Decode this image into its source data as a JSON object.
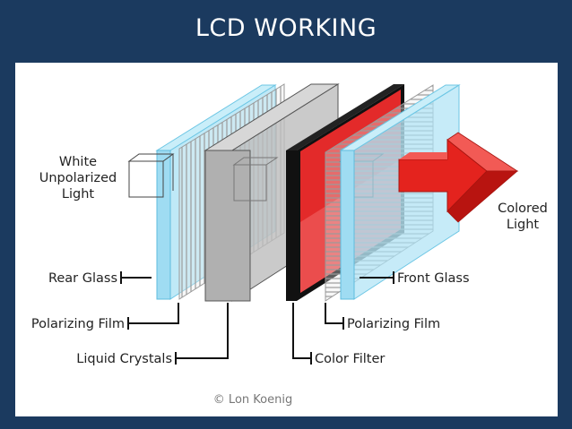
{
  "slide": {
    "title": "LCD WORKING"
  },
  "labels": {
    "white_light": [
      "White",
      "Unpolarized",
      "Light"
    ],
    "colored_light": [
      "Colored",
      "Light"
    ],
    "rear_glass": "Rear Glass",
    "polarizing_film_rear": "Polarizing Film",
    "liquid_crystals": "Liquid Crystals",
    "color_filter": "Color Filter",
    "polarizing_film_front": "Polarizing Film",
    "front_glass": "Front Glass",
    "copyright": "© Lon Koenig"
  },
  "colors": {
    "background": "#1b3a5f",
    "glass": "#9fdcf2",
    "filter": "#e32a2a",
    "arrow": "#e4231e"
  }
}
